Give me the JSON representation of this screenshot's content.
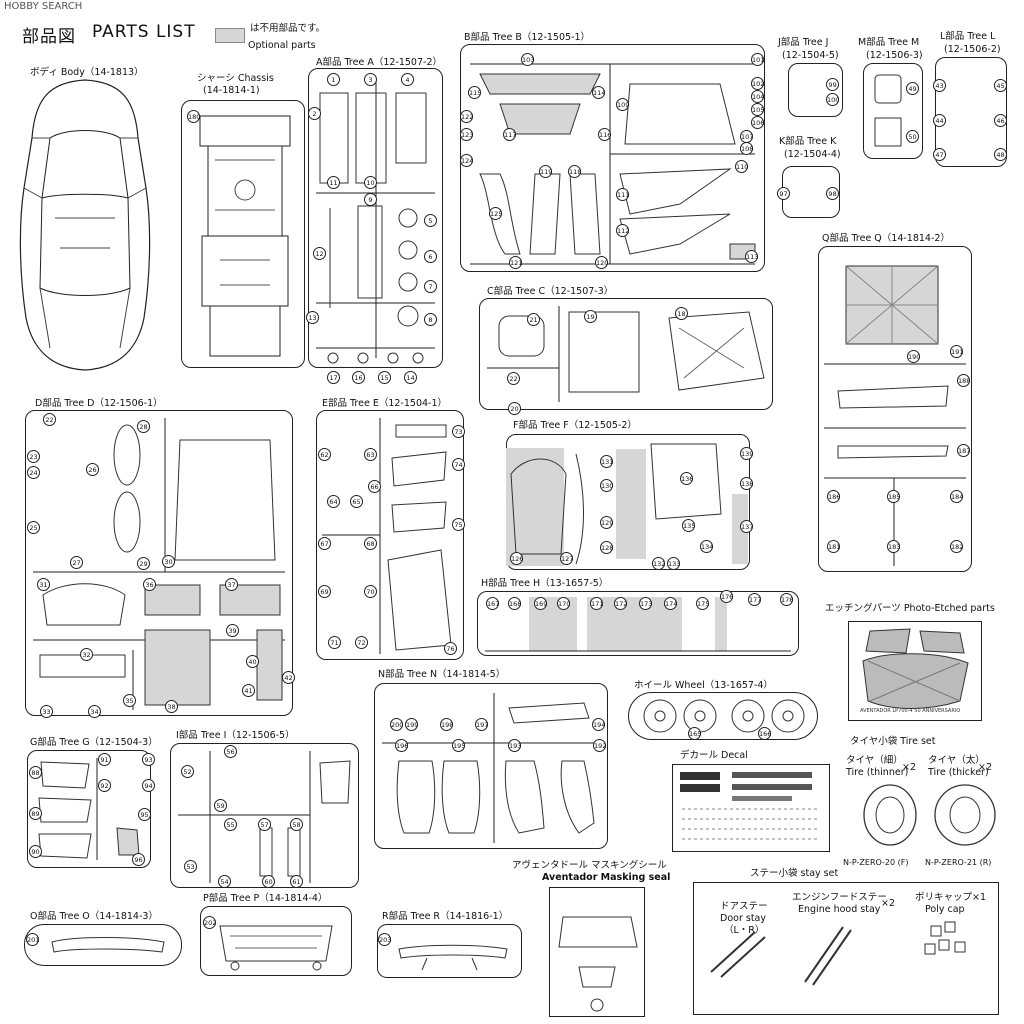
{
  "watermark": "HOBBY SEARCH",
  "header": {
    "title_jp": "部品図",
    "title_en": "PARTS LIST",
    "legend_jp": "は不用部品です。",
    "legend_en": "Optional parts"
  },
  "trees": {
    "body": {
      "label": "ボディ Body（14-1813）"
    },
    "chassis": {
      "label": "シャーシ Chassis",
      "code": "(14-1814-1)"
    },
    "a": {
      "label": "A部品 Tree A（12-1507-2）",
      "parts": [
        "1",
        "2",
        "3",
        "4",
        "9",
        "10",
        "11",
        "12",
        "5",
        "6",
        "7",
        "8",
        "13",
        "17",
        "16",
        "15",
        "14"
      ]
    },
    "b": {
      "label": "B部品 Tree B（12-1505-1）",
      "parts": [
        "101",
        "102",
        "103",
        "104",
        "105",
        "106",
        "107",
        "108",
        "109",
        "110",
        "111",
        "112",
        "113",
        "114",
        "115",
        "116",
        "117",
        "118",
        "119",
        "120",
        "121",
        "122",
        "123",
        "124",
        "125"
      ]
    },
    "j": {
      "label": "J部品 Tree J",
      "code": "(12-1504-5)",
      "parts": [
        "99",
        "100"
      ]
    },
    "m": {
      "label": "M部品 Tree M",
      "code": "(12-1506-3)",
      "parts": [
        "49",
        "50"
      ]
    },
    "l": {
      "label": "L部品 Tree L",
      "code": "(12-1506-2)",
      "parts": [
        "43",
        "44",
        "45",
        "46",
        "47",
        "48"
      ]
    },
    "k": {
      "label": "K部品 Tree K",
      "code": "(12-1504-4)",
      "parts": [
        "97",
        "98"
      ]
    },
    "q": {
      "label": "Q部品 Tree Q（14-1814-2）",
      "parts": [
        "190",
        "191",
        "188",
        "187",
        "186",
        "185",
        "184",
        "183",
        "182",
        "181"
      ]
    },
    "c": {
      "label": "C部品 Tree C（12-1507-3）",
      "parts": [
        "21",
        "19",
        "18",
        "22",
        "20"
      ]
    },
    "d": {
      "label": "D部品 Tree D（12-1506-1）",
      "parts": [
        "22",
        "23",
        "24",
        "25",
        "26",
        "27",
        "28",
        "29",
        "30",
        "31",
        "32",
        "33",
        "34",
        "35",
        "36",
        "37",
        "38",
        "39",
        "40",
        "41",
        "42"
      ]
    },
    "e": {
      "label": "E部品 Tree E（12-1504-1）",
      "parts": [
        "73",
        "62",
        "63",
        "74",
        "64",
        "65",
        "66",
        "75",
        "67",
        "68",
        "69",
        "70",
        "71",
        "72",
        "76"
      ]
    },
    "f": {
      "label": "F部品 Tree F（12-1505-2）",
      "parts": [
        "131",
        "130",
        "129",
        "128",
        "126",
        "127",
        "135",
        "136",
        "137",
        "138",
        "139",
        "132",
        "133",
        "134"
      ]
    },
    "h": {
      "label": "H部品 Tree H（13-1657-5）",
      "parts": [
        "167",
        "168",
        "169",
        "170",
        "171",
        "172",
        "173",
        "174",
        "175",
        "176",
        "177",
        "178"
      ]
    },
    "n": {
      "label": "N部品 Tree N（14-1814-5）",
      "parts": [
        "200",
        "199",
        "198",
        "197",
        "196",
        "195",
        "194",
        "193",
        "192"
      ]
    },
    "g": {
      "label": "G部品 Tree G（12-1504-3）",
      "parts": [
        "88",
        "89",
        "90",
        "91",
        "92",
        "93",
        "94",
        "95",
        "96"
      ]
    },
    "i": {
      "label": "I部品 Tree I（12-1506-5）",
      "parts": [
        "52",
        "53",
        "54",
        "55",
        "56",
        "57",
        "58",
        "59",
        "60",
        "61"
      ]
    },
    "o": {
      "label": "O部品 Tree O（14-1814-3）",
      "parts": [
        "201"
      ]
    },
    "p": {
      "label": "P部品 Tree P（14-1814-4）",
      "parts": [
        "202"
      ]
    },
    "r": {
      "label": "R部品 Tree R（14-1816-1）",
      "parts": [
        "203"
      ]
    }
  },
  "extras": {
    "photo_etched": {
      "label": "エッチングパーツ Photo-Etched parts",
      "caption": "AVENTADOR LP700-4 50 ANNIVERSARIO"
    },
    "wheel": {
      "label": "ホイール Wheel（13-1657-4）",
      "parts": [
        "165",
        "166"
      ]
    },
    "decal": {
      "label": "デカール Decal"
    },
    "tire_set": {
      "label": "タイヤ小袋 Tire set",
      "thin_jp": "タイヤ（細）",
      "thin_en": "Tire (thinner)",
      "thin_qty": "×2",
      "thick_jp": "タイヤ（太）",
      "thick_en": "Tire (thicker)",
      "thick_qty": "×2",
      "thin_code": "N-P-ZERO-20 (F)",
      "thick_code": "N-P-ZERO-21 (R)"
    },
    "masking": {
      "label_jp": "アヴェンタドール マスキングシール",
      "label_en": "Aventador Masking seal"
    },
    "stay_set": {
      "label": "ステー小袋 stay set",
      "door_jp": "ドアステー",
      "door_en": "Door stay",
      "door_lr": "（L・R）",
      "hood_jp": "エンジンフードステー",
      "hood_en": "Engine hood stay",
      "hood_qty": "×2",
      "cap_jp": "ポリキャップ×1",
      "cap_en": "Poly cap"
    }
  }
}
